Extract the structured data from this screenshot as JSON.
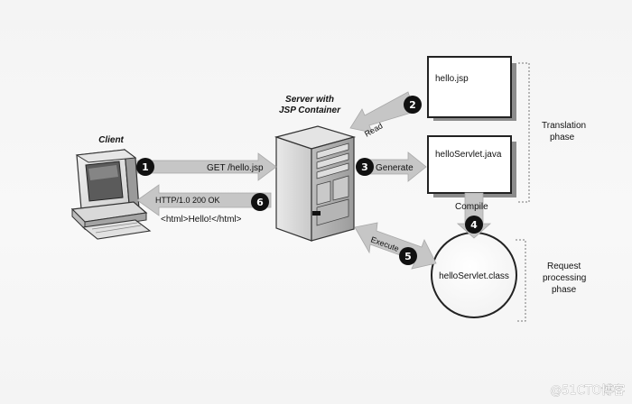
{
  "client": {
    "title": "Client"
  },
  "server": {
    "title_line1": "Server with",
    "title_line2": "JSP Container"
  },
  "files": {
    "jsp": "hello.jsp",
    "servlet_java": "helloServlet.java",
    "servlet_class": "helloServlet.class"
  },
  "steps": {
    "s1": {
      "number": "1",
      "label": "GET /hello.jsp"
    },
    "s2": {
      "number": "2",
      "label": "Read"
    },
    "s3": {
      "number": "3",
      "label": "Generate"
    },
    "s4": {
      "number": "4",
      "label": "Compile"
    },
    "s5": {
      "number": "5",
      "label": "Execute"
    },
    "s6": {
      "number": "6",
      "label": "HTTP/1.0 200 OK",
      "label2": "<html>Hello!</html>"
    }
  },
  "phases": {
    "translation": {
      "line1": "Translation",
      "line2": "phase"
    },
    "request": {
      "line1": "Request",
      "line2": "processing",
      "line3": "phase"
    }
  },
  "watermark": "@51CTO博客",
  "colors": {
    "arrow": "#c6c6c6",
    "arrow_edge": "#a8a8a8",
    "badge": "#111111"
  }
}
